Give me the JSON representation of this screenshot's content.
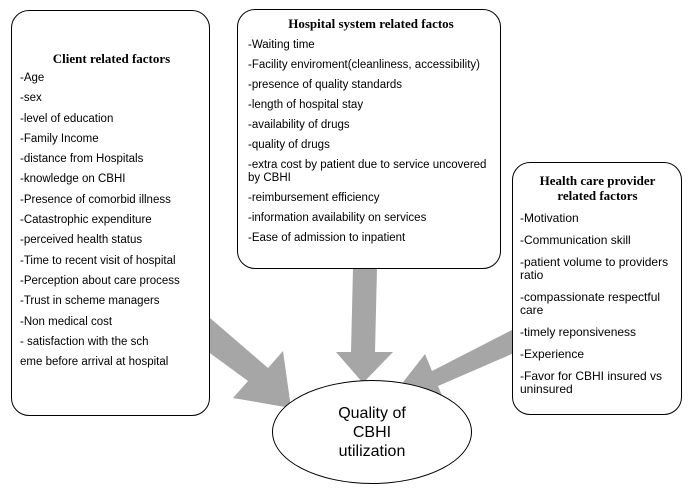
{
  "client": {
    "title": "Client related  factors",
    "items": [
      "-Age",
      "-sex",
      "-level of education",
      "-Family Income",
      "-distance from Hospitals",
      "-knowledge on CBHI",
      "-Presence of comorbid illness",
      "-Catastrophic expenditure",
      "-perceived health status",
      "-Time to recent visit of hospital",
      "-Perception about care process",
      "-Trust in scheme managers",
      "-Non medical cost",
      "- satisfaction with the sch",
      "eme before  arrival at hospital"
    ]
  },
  "hospital": {
    "title": "Hospital system related factos",
    "items": [
      "-Waiting time",
      "-Facility enviroment(cleanliness, accessibility)",
      "-presence of quality standards",
      "-length of hospital stay",
      "-availability of drugs",
      "-quality of drugs",
      "-extra cost by patient due to service uncovered by CBHI",
      "-reimbursement efficiency",
      "-information  availability on services",
      "-Ease of admission to  inpatient"
    ]
  },
  "provider": {
    "title_line1": "Health care provider",
    "title_line2": "related factors",
    "items": [
      "-Motivation",
      "-Communication skill",
      "-patient  volume to providers ratio",
      "-compassionate respectful care",
      "-timely reponsiveness",
      "-Experience",
      "-Favor for CBHI insured vs uninsured"
    ]
  },
  "center": {
    "line1": "Quality of",
    "line2": "CBHI",
    "line3": "utilization"
  },
  "colors": {
    "arrow": "#a6a6a6",
    "border": "#000000"
  }
}
